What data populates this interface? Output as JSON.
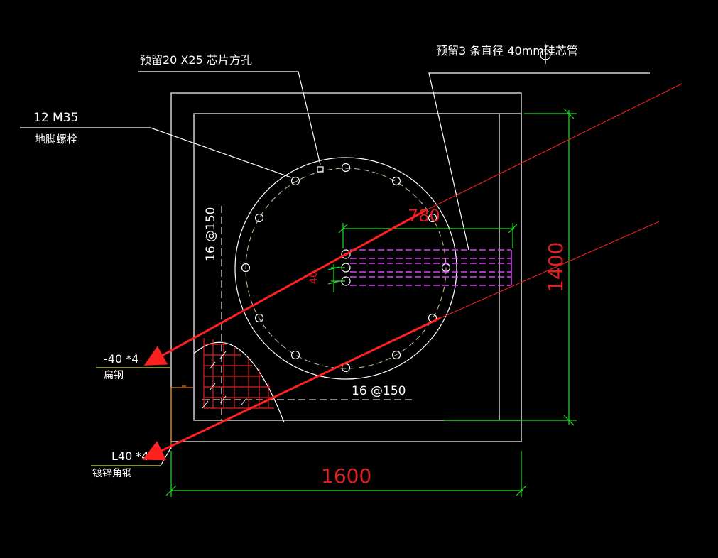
{
  "labels": {
    "chip_hole": "预留20 X25 芯片方孔",
    "conduit": "预留3 条直径   40mm硅芯管",
    "bolt_spec": "12 M35",
    "bolt_name": "地脚螺栓",
    "rebar_v": "16 @150",
    "rebar_h": "16 @150",
    "flat_steel_spec": "-40 *4",
    "flat_steel_name": "扁钢",
    "angle_steel_spec": "L40 *4",
    "angle_steel_name": "镀锌角钢"
  },
  "dimensions": {
    "width": "1600",
    "height": "1400",
    "conduit_length": "780",
    "conduit_spacing": "40"
  },
  "colors": {
    "background": "#000000",
    "linework": "#ffffff",
    "dimension": "#22dd22",
    "dimension_text": "#e02020",
    "conduit": "#e040ff",
    "rebar": "#e02020",
    "leader": "#e0e030"
  }
}
